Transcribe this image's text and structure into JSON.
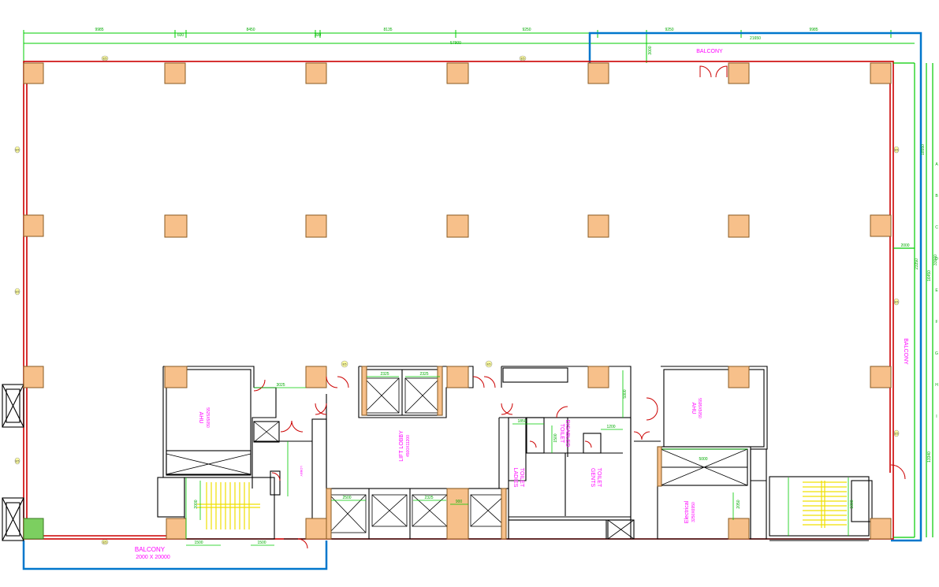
{
  "colors": {
    "outer_wall": "#cc0000",
    "wall": "#000000",
    "dimension": "#00cc00",
    "column_fill": "#f7c08a",
    "column_stroke": "#8a5a20",
    "label": "#ff00ff",
    "balcony_outline": "#0077cc",
    "stair": "#f0e000",
    "tag_fill": "#ffffa0"
  },
  "top_dimensions": {
    "row1": [
      "9985",
      "600",
      "8450",
      "300",
      "8135",
      "9250",
      "9250",
      "9985"
    ],
    "row2": [
      "21650",
      "57900"
    ],
    "balcony_depth": "3000"
  },
  "right_dimensions": [
    "18550",
    "2000",
    "23350",
    "13340",
    "16450",
    "33000"
  ],
  "grid_tags": [
    "E5",
    "E5",
    "E5",
    "E5",
    "E5",
    "E5",
    "E5",
    "E5",
    "E5",
    "E5",
    "E5"
  ],
  "rooms": {
    "balcony_top": "BALCONY",
    "balcony_right": "BALCONY",
    "balcony_bottom": "BALCONY",
    "balcony_bottom_size": "2000 X 20000",
    "ahu_left": "AHU",
    "ahu_left_size": "5525X5050",
    "ahu_right": "AHU",
    "ahu_right_size": "5595X5050",
    "lift_lobby": "LIFT LOBBY",
    "lift_lobby_size": "4500X11200",
    "ladies_toilet_1": "LADIES",
    "ladies_toilet_2": "TOILET",
    "disabled_toilet_1": "TOILET",
    "disabled_toilet_2": "DISABLED",
    "gents_toilet_1": "GENTS",
    "gents_toilet_2": "TOILET",
    "electrical": "Electrical",
    "electrical_size": "3250X6950",
    "lobby_left": "LOBBY"
  },
  "inner_dimensions": {
    "ahu_left_opening": "3025",
    "lift_pair_1": "2325",
    "lift_pair_2": "2325",
    "lift_bottom_1": "2500",
    "lift_bottom_2": "2325",
    "toilet_width": "1850",
    "toilet_height": "1500",
    "gents_width": "1200",
    "shaft_height": "5900",
    "electrical_width": "5000",
    "stair_left_width": "1500",
    "stair_left_height": "2000",
    "stair_right_width": "1500",
    "stair_right_height": "1800",
    "duct": "900",
    "duct_height": "2050"
  },
  "section_labels": [
    "A",
    "B",
    "C",
    "D",
    "E",
    "F",
    "G",
    "H",
    "I"
  ]
}
